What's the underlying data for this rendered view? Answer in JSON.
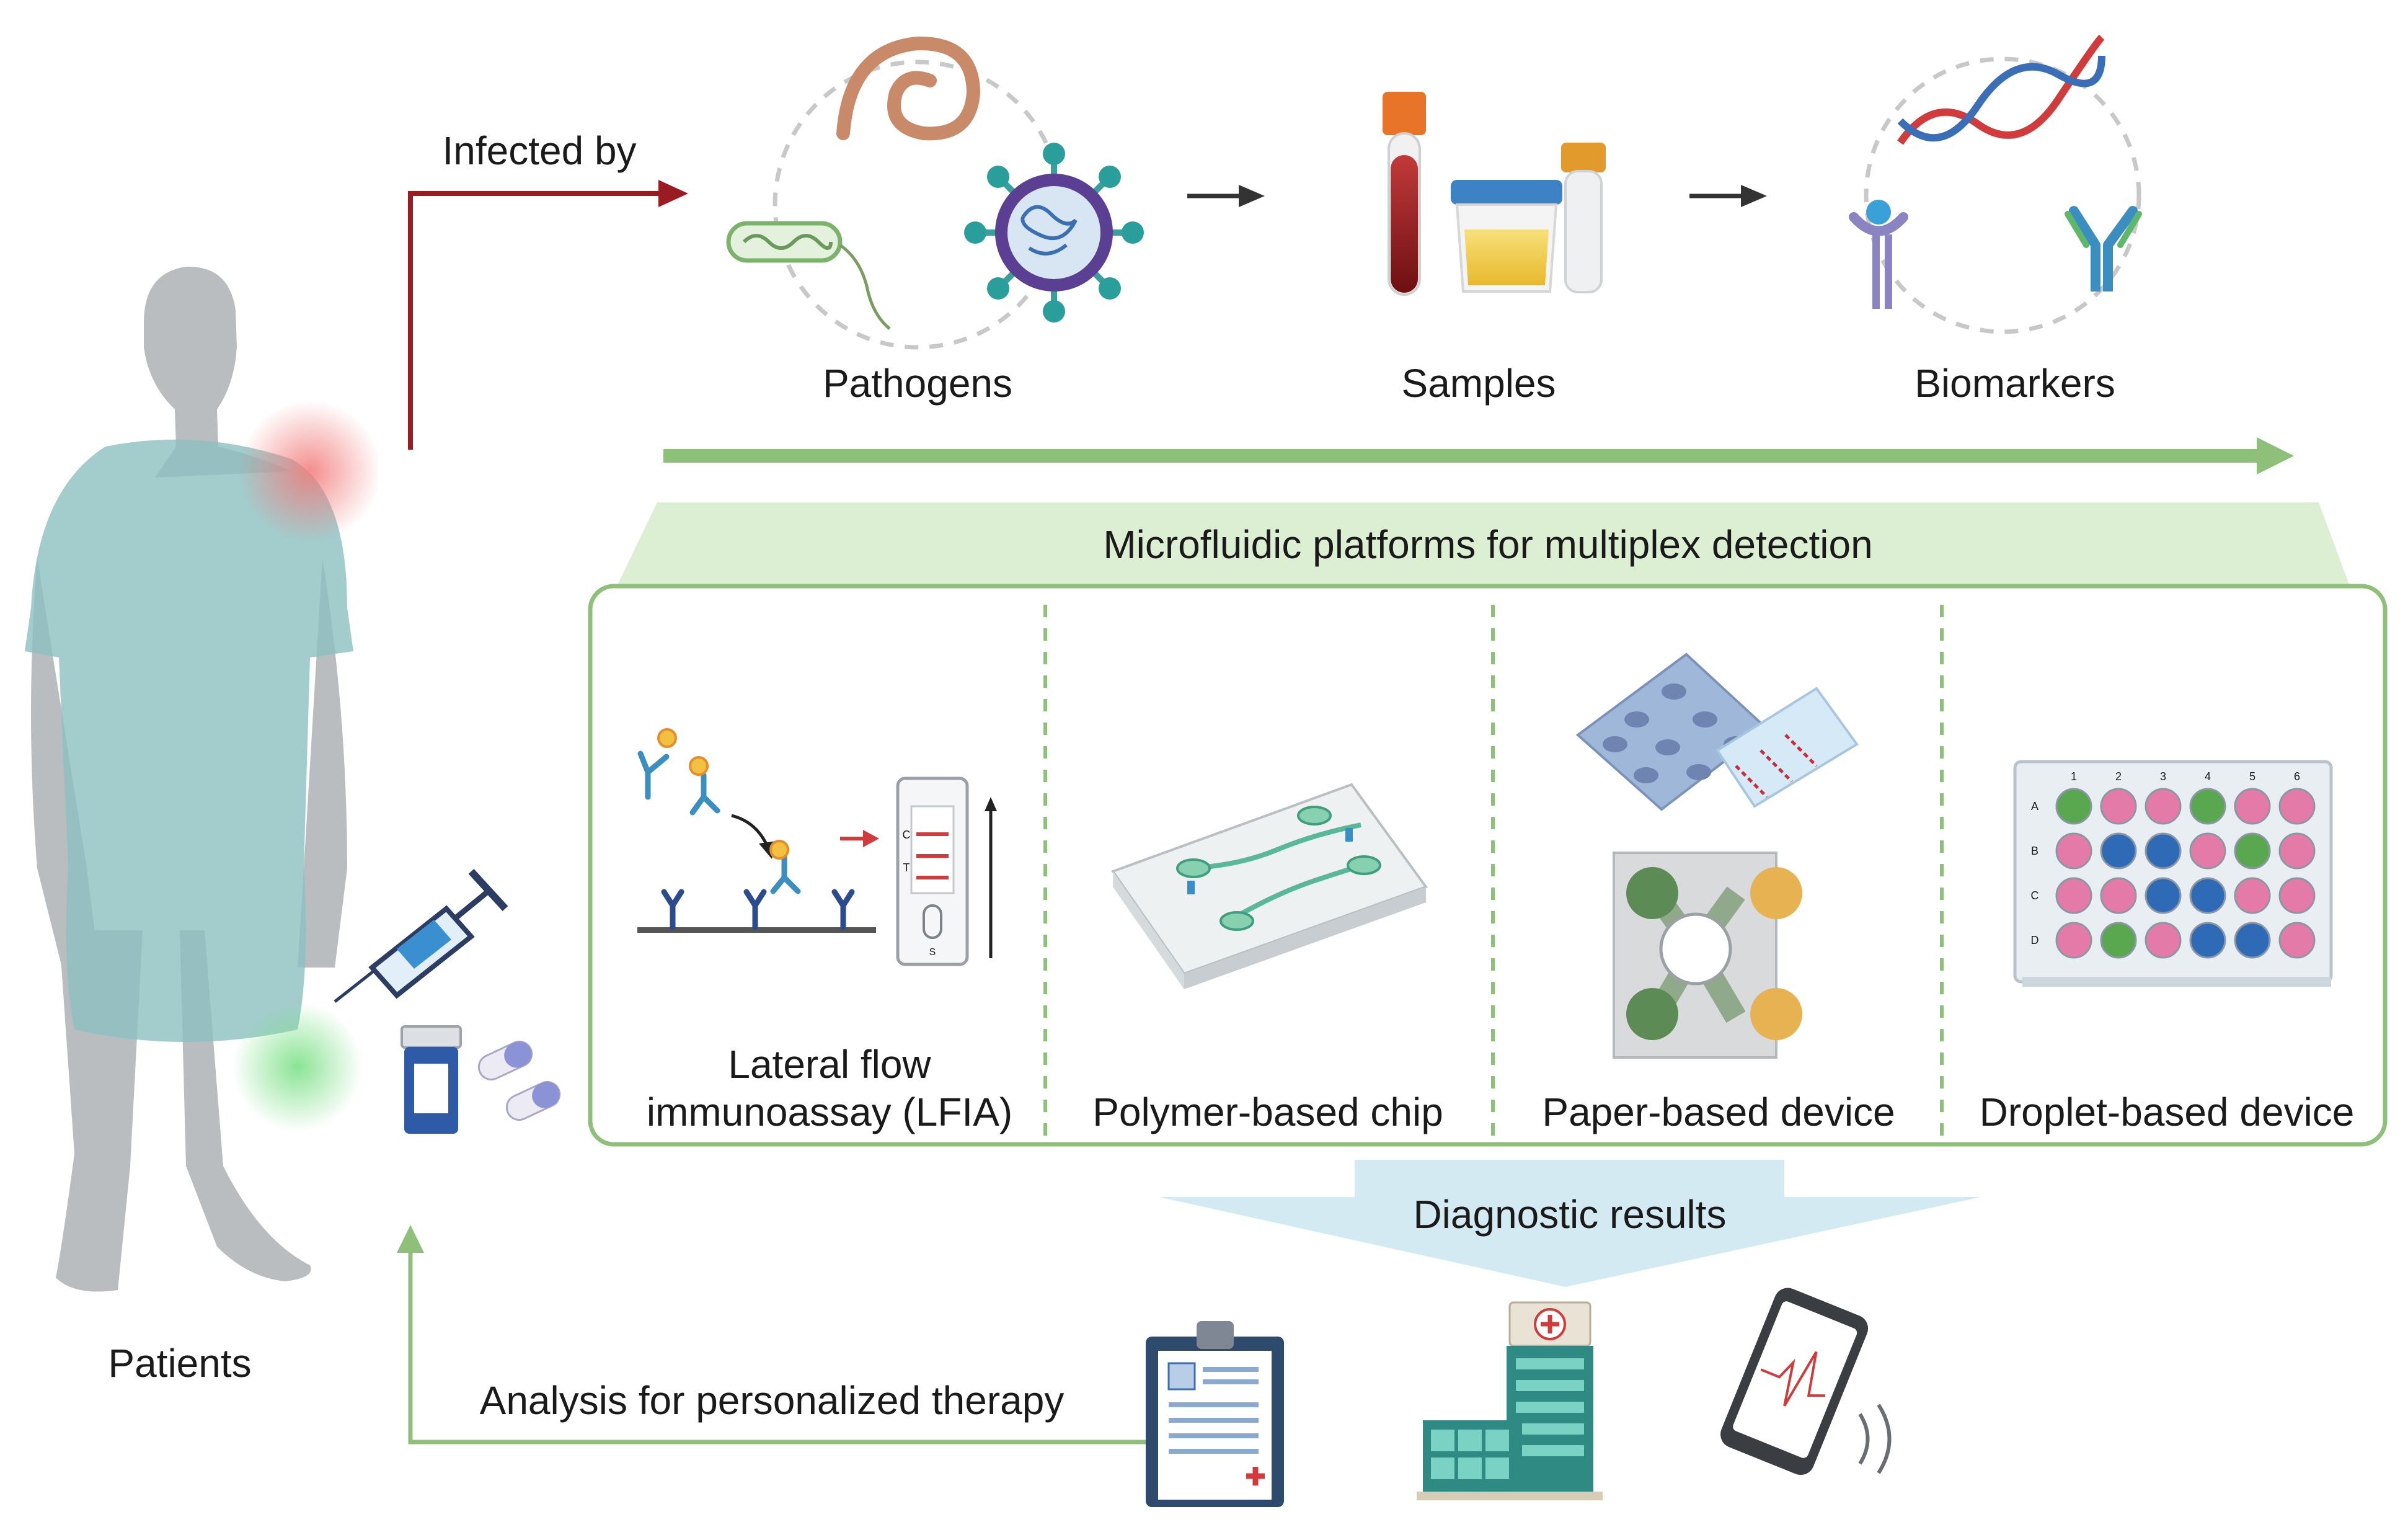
{
  "labels": {
    "infected_by": "Infected by",
    "pathogens": "Pathogens",
    "samples": "Samples",
    "biomarkers": "Biomarkers",
    "platforms_header": "Microfluidic platforms for multiplex detection",
    "lfia_line1": "Lateral flow",
    "lfia_line2": "immunoassay (LFIA)",
    "polymer_chip": "Polymer-based  chip",
    "paper_device": "Paper-based device",
    "droplet_device": "Droplet-based device",
    "diagnostic_results": "Diagnostic results",
    "analysis": "Analysis for personalized therapy",
    "patients": "Patients"
  },
  "lfia_strip": {
    "control_mark": "C",
    "test_mark": "T",
    "sample_mark": "S"
  },
  "well_plate": {
    "columns": [
      "1",
      "2",
      "3",
      "4",
      "5",
      "6"
    ],
    "rows": [
      "A",
      "B",
      "C",
      "D"
    ]
  },
  "colors": {
    "green_accent": "#8fc07a",
    "red_arrow": "#9b1b22",
    "gown": "#8cbfc0",
    "silhouette": "#b9bdbf",
    "banner_fill": "#dcefd2",
    "results_fill": "#d3eaf2"
  },
  "icons": [
    "worm-icon",
    "bacterium-icon",
    "virus-icon",
    "blood-tube-icon",
    "urine-cup-icon",
    "swab-tube-icon",
    "dna-icon",
    "receptor-icon",
    "antibody-icon",
    "syringe-icon",
    "pill-bottle-icon",
    "capsule-icon",
    "clipboard-icon",
    "hospital-icon",
    "smartphone-icon"
  ]
}
